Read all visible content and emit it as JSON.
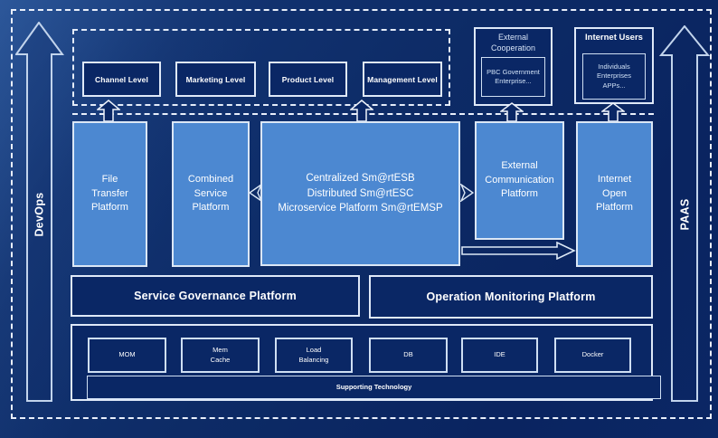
{
  "diagram": {
    "left_rail": {
      "label": "DevOps"
    },
    "right_rail": {
      "label": "PAAS"
    },
    "levels": {
      "items": [
        {
          "label": "Channel Level"
        },
        {
          "label": "Marketing Level"
        },
        {
          "label": "Product Level"
        },
        {
          "label": "Management Level"
        }
      ]
    },
    "external_cooperation": {
      "title": "External\nCooperation",
      "inner": "PBC Government\nEnterprise..."
    },
    "internet_users": {
      "title": "Internet Users",
      "inner": "Individuals\nEnterprises\nAPPs..."
    },
    "platforms": [
      {
        "label": "File\nTransfer\nPlatform"
      },
      {
        "label": "Combined\nService\nPlatform"
      },
      {
        "label": "Centralized Sm@rtESB\nDistributed Sm@rtESC\nMicroservice Platform Sm@rtEMSP"
      },
      {
        "label": "External\nCommunication\nPlatform"
      },
      {
        "label": "Internet\nOpen\nPlatform"
      }
    ],
    "governance": {
      "label": "Service Governance Platform"
    },
    "monitoring": {
      "label": "Operation Monitoring Platform"
    },
    "supporting": {
      "technologies": [
        {
          "label": "MOM"
        },
        {
          "label": "Mem\nCache"
        },
        {
          "label": "Load\nBalancing"
        },
        {
          "label": "DB"
        },
        {
          "label": "IDE"
        },
        {
          "label": "Docker"
        }
      ],
      "bar_label": "Supporting Technology"
    }
  },
  "colors": {
    "background_navy": "#0d2b66",
    "panel_navy": "#0a2765",
    "light_blue": "#4c88d1",
    "border_light": "#dfe9f8",
    "dash_white": "#e9effb",
    "text_white": "#ffffff",
    "text_soft_blue": "#d5e2f5"
  }
}
